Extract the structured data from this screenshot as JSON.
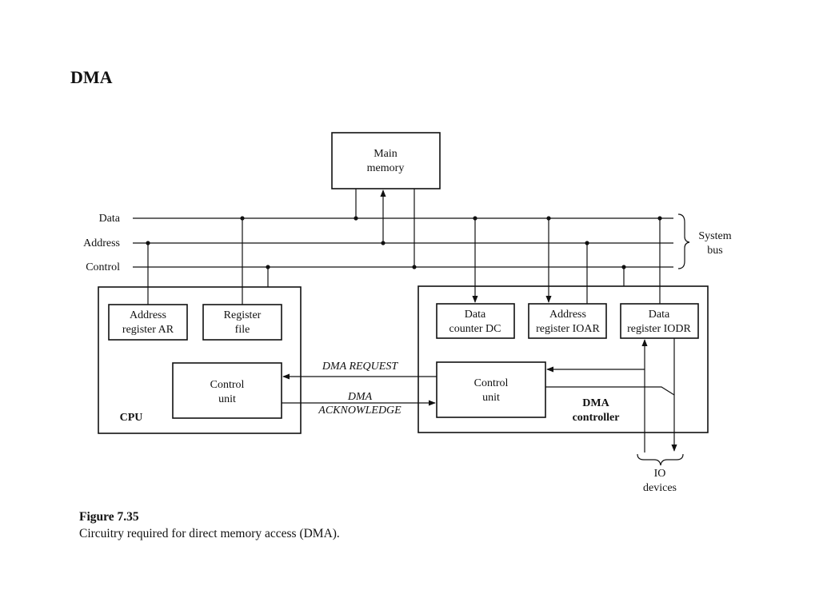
{
  "slide": {
    "title": "DMA"
  },
  "diagram": {
    "bus": {
      "data": "Data",
      "address": "Address",
      "control": "Control",
      "system_bus": [
        "System",
        "bus"
      ]
    },
    "main_memory": [
      "Main",
      "memory"
    ],
    "cpu": {
      "label": "CPU",
      "address_register": [
        "Address",
        "register AR"
      ],
      "register_file": [
        "Register",
        "file"
      ],
      "control_unit": [
        "Control",
        "unit"
      ]
    },
    "dma": {
      "label": [
        "DMA",
        "controller"
      ],
      "data_counter": [
        "Data",
        "counter DC"
      ],
      "address_register": [
        "Address",
        "register IOAR"
      ],
      "data_register": [
        "Data",
        "register IODR"
      ],
      "control_unit": [
        "Control",
        "unit"
      ]
    },
    "signals": {
      "request": "DMA REQUEST",
      "acknowledge": [
        "DMA",
        "ACKNOWLEDGE"
      ]
    },
    "io_devices": [
      "IO",
      "devices"
    ]
  },
  "caption": {
    "number": "Figure 7.35",
    "text": "Circuitry required for direct memory access (DMA)."
  }
}
